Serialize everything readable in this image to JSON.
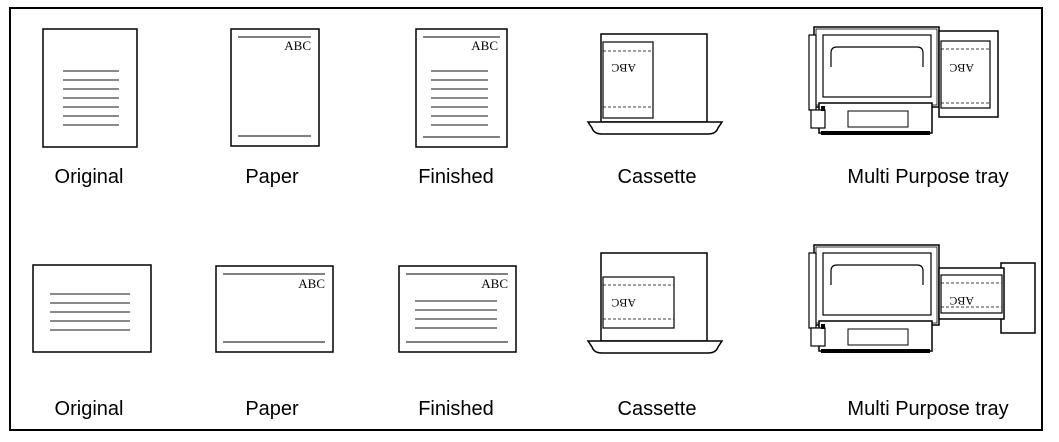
{
  "paper_text": "ABC",
  "rows": [
    {
      "labels": {
        "original": "Original",
        "paper": "Paper",
        "finished": "Finished",
        "cassette": "Cassette",
        "mp_tray": "Multi Purpose tray"
      }
    },
    {
      "labels": {
        "original": "Original",
        "paper": "Paper",
        "finished": "Finished",
        "cassette": "Cassette",
        "mp_tray": "Multi Purpose tray"
      }
    }
  ]
}
